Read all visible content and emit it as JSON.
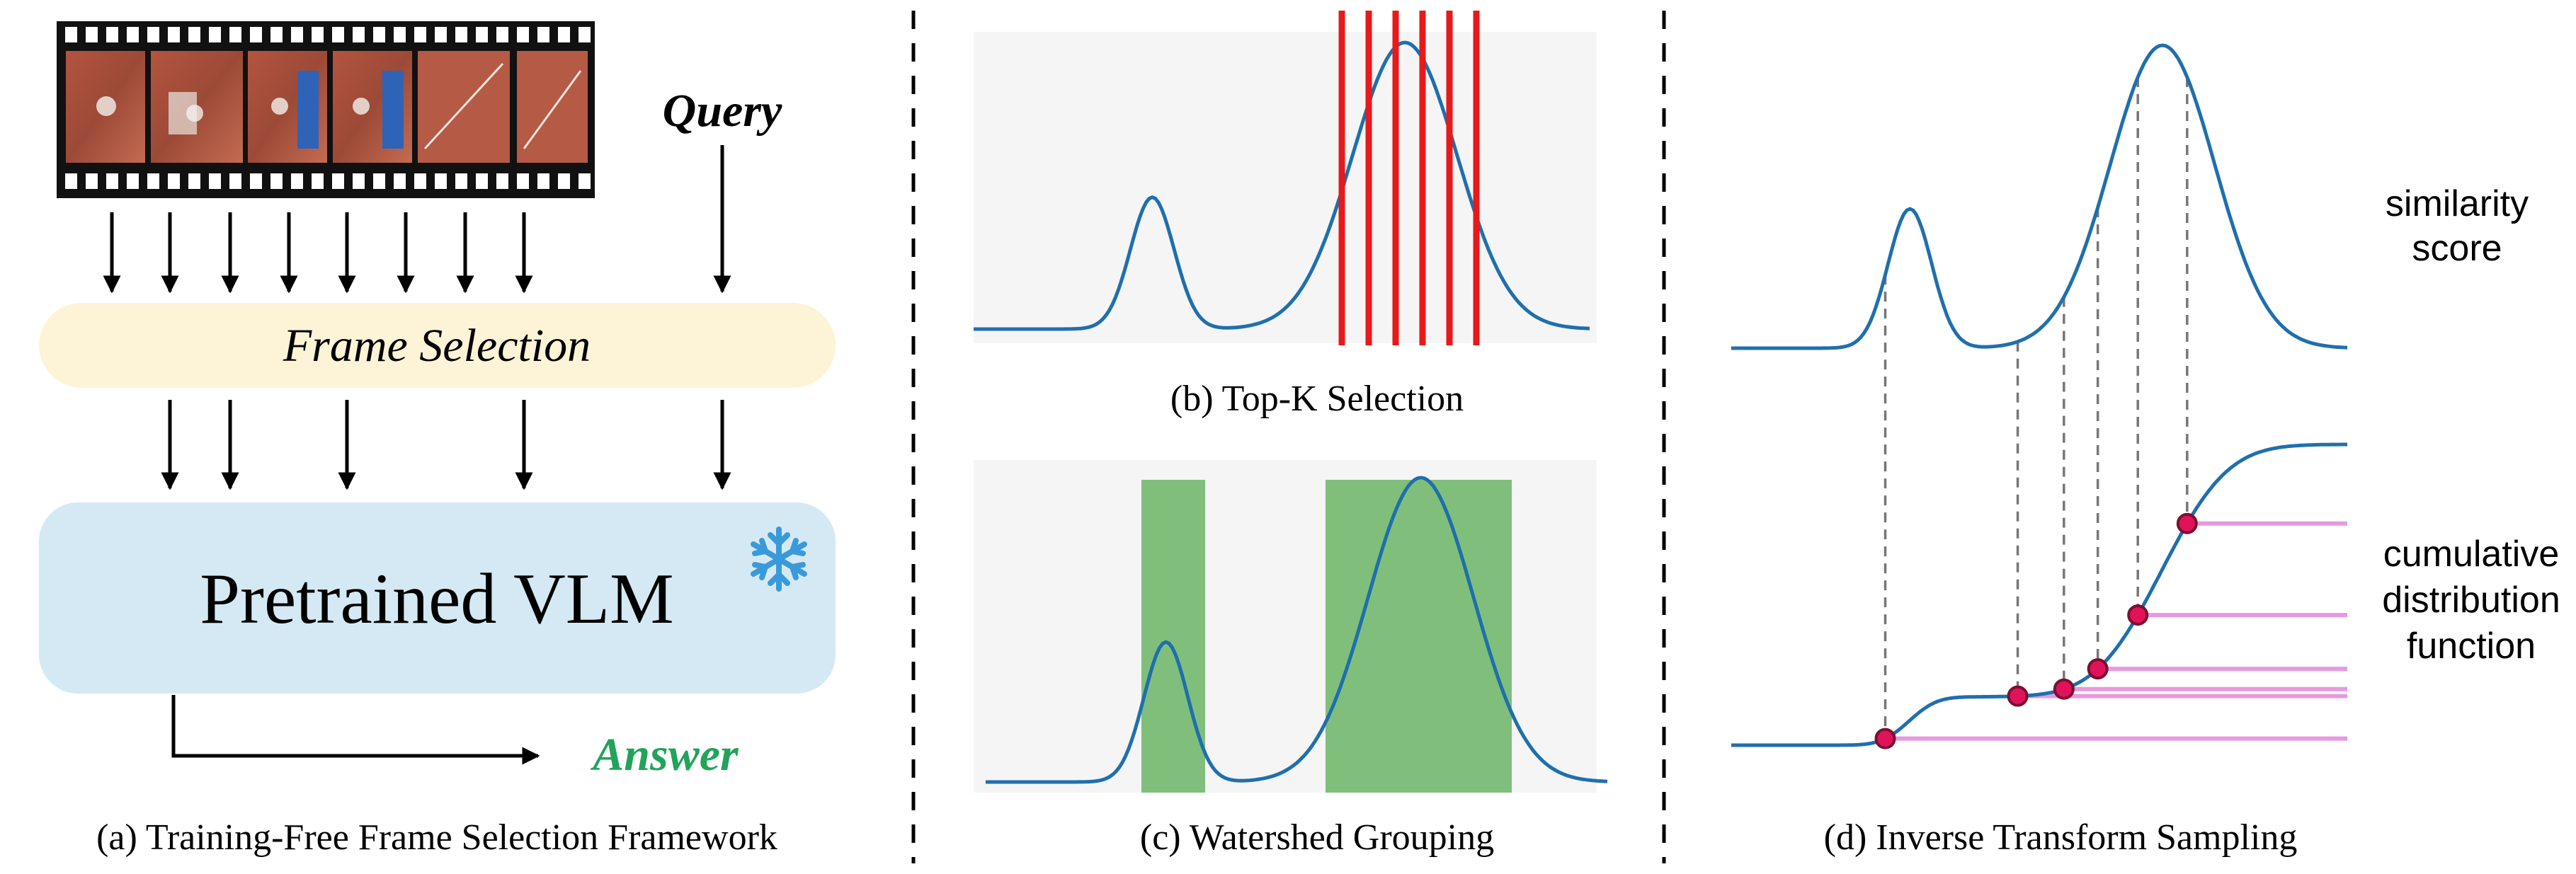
{
  "panel_a": {
    "query_label": "Query",
    "frame_selection_label": "Frame Selection",
    "vlm_label": "Pretrained VLM",
    "answer_label": "Answer",
    "caption": "(a) Training-Free Frame Selection Framework",
    "frame_count": 8,
    "selected_frames": [
      1,
      2,
      4,
      7
    ],
    "frozen_icon": "snowflake-icon"
  },
  "panel_b": {
    "caption": "(b) Top-K Selection",
    "selected_count": 6
  },
  "panel_c": {
    "caption": "(c) Watershed Grouping"
  },
  "panel_d": {
    "caption": "(d) Inverse Transform Sampling",
    "label_top_1": "similarity",
    "label_top_2": "score",
    "label_bottom_1": "cumulative",
    "label_bottom_2": "distribution",
    "label_bottom_3": "function",
    "sample_count": 6
  },
  "colors": {
    "frame_selection_bg": "#fdf3d6",
    "vlm_bg": "#d5e9f4",
    "answer": "#22a35a",
    "curve": "#1f6fad",
    "topk_line": "#e8191b",
    "watershed_fill": "#7fbf7b",
    "sample_point": "#e0135a",
    "sample_line": "#e699e0",
    "snowflake": "#3a9ad9"
  }
}
